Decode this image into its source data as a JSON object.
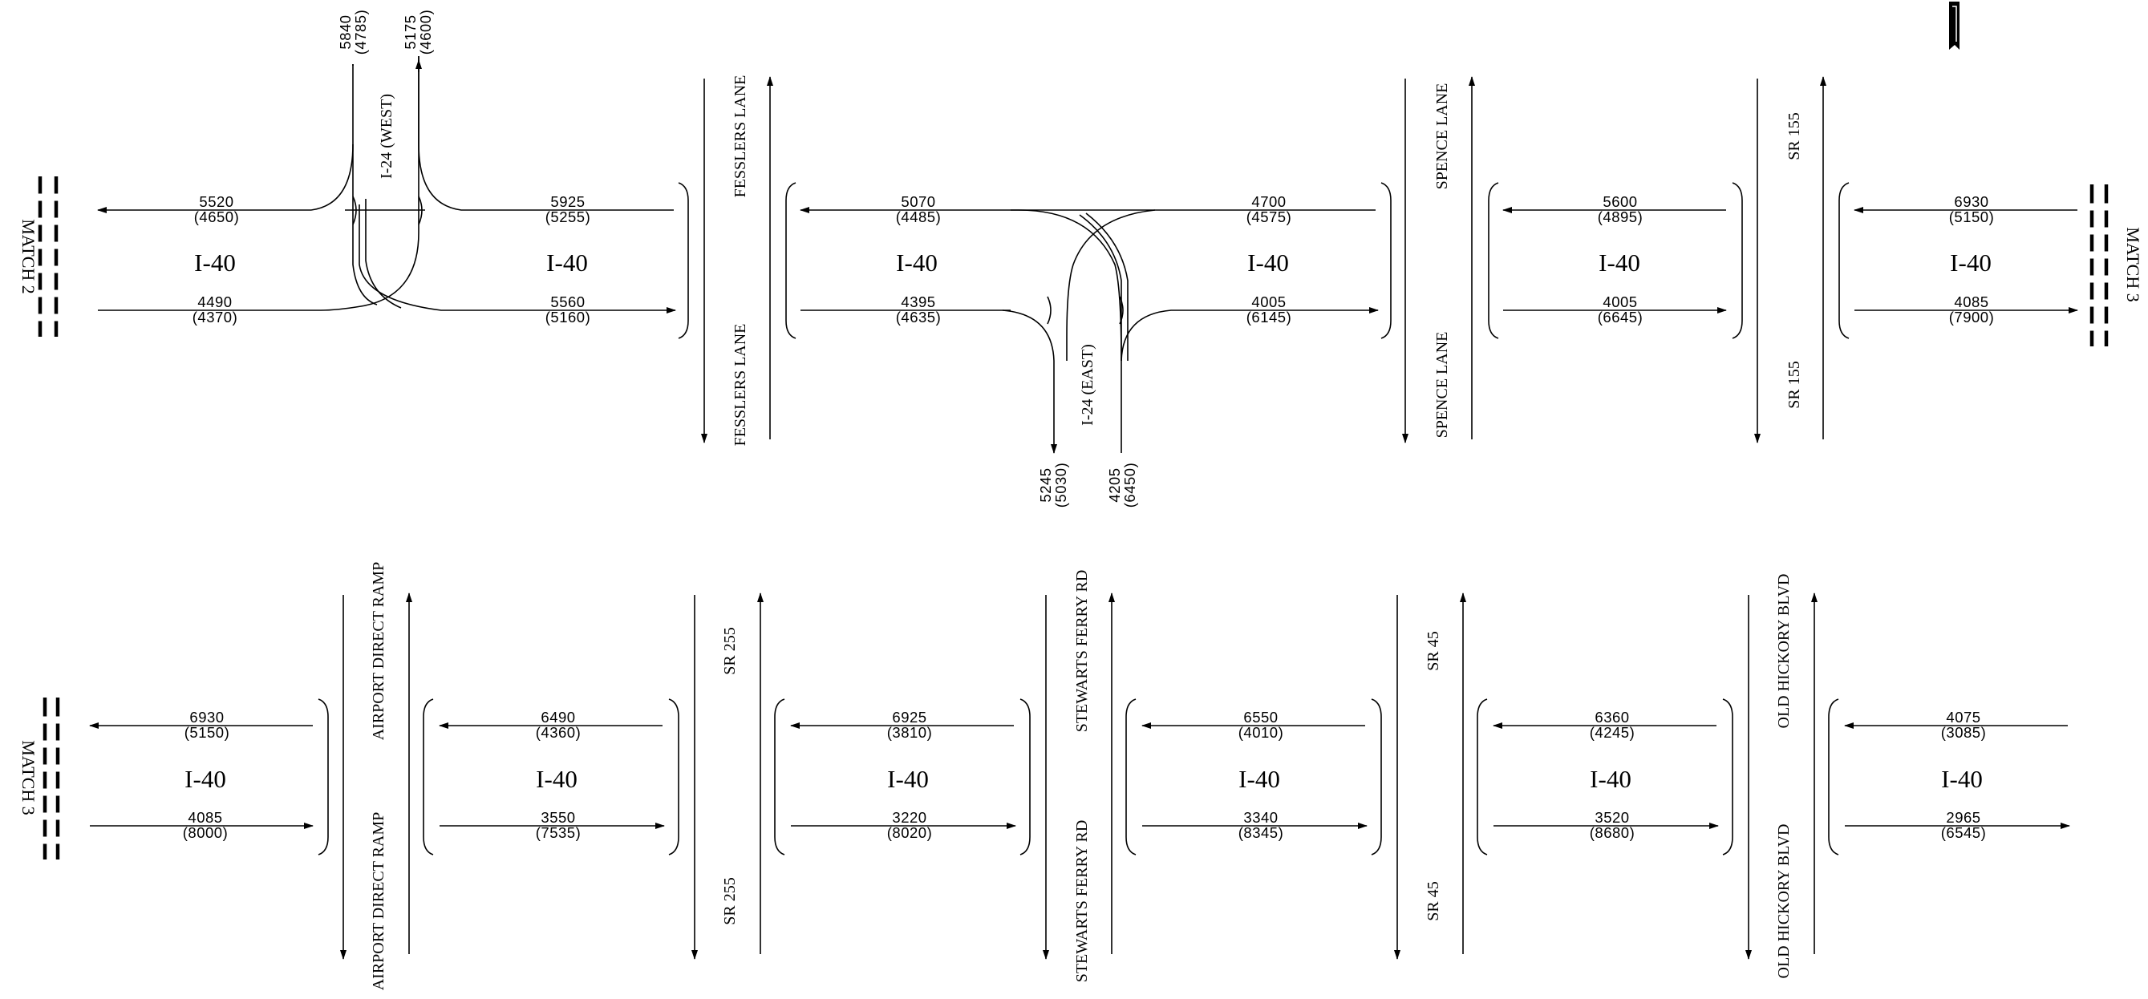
{
  "highway": "I-40",
  "matches": {
    "match2": "MATCH 2",
    "match3": "MATCH 3"
  },
  "interstate_legs": {
    "west": "I-24 (WEST)",
    "east": "I-24 (EAST)"
  },
  "cross_streets": {
    "fesslers": "FESSLERS LANE",
    "spence": "SPENCE LANE",
    "sr155": "SR 155",
    "airport": "AIRPORT DIRECT RAMP",
    "sr255": "SR 255",
    "stewarts": "STEWARTS FERRY RD",
    "sr45": "SR 45",
    "oldhickory": "OLD HICKORY BLVD"
  },
  "top_row_segments": [
    {
      "wb": "5520",
      "wb_alt": "(4650)",
      "eb": "4490",
      "eb_alt": "(4370)"
    },
    {
      "wb": "5925",
      "wb_alt": "(5255)",
      "eb": "5560",
      "eb_alt": "(5160)"
    },
    {
      "wb": "5070",
      "wb_alt": "(4485)",
      "eb": "4395",
      "eb_alt": "(4635)"
    },
    {
      "wb": "4700",
      "wb_alt": "(4575)",
      "eb": "4005",
      "eb_alt": "(6145)"
    },
    {
      "wb": "5600",
      "wb_alt": "(4895)",
      "eb": "4005",
      "eb_alt": "(6645)"
    },
    {
      "wb": "6930",
      "wb_alt": "(5150)",
      "eb": "4085",
      "eb_alt": "(7900)"
    }
  ],
  "ramp_volumes": {
    "west_offramp": {
      "v": "5840",
      "alt": "(4785)"
    },
    "west_onramp": {
      "v": "5175",
      "alt": "(4600)"
    },
    "east_offramp": {
      "v": "5245",
      "alt": "(5030)"
    },
    "east_onramp": {
      "v": "4205",
      "alt": "(6450)"
    }
  },
  "bottom_row_segments": [
    {
      "wb": "6930",
      "wb_alt": "(5150)",
      "eb": "4085",
      "eb_alt": "(8000)"
    },
    {
      "wb": "6490",
      "wb_alt": "(4360)",
      "eb": "3550",
      "eb_alt": "(7535)"
    },
    {
      "wb": "6925",
      "wb_alt": "(3810)",
      "eb": "3220",
      "eb_alt": "(8020)"
    },
    {
      "wb": "6550",
      "wb_alt": "(4010)",
      "eb": "3340",
      "eb_alt": "(8345)"
    },
    {
      "wb": "6360",
      "wb_alt": "(4245)",
      "eb": "3520",
      "eb_alt": "(8680)"
    },
    {
      "wb": "4075",
      "wb_alt": "(3085)",
      "eb": "2965",
      "eb_alt": "(6545)"
    }
  ]
}
